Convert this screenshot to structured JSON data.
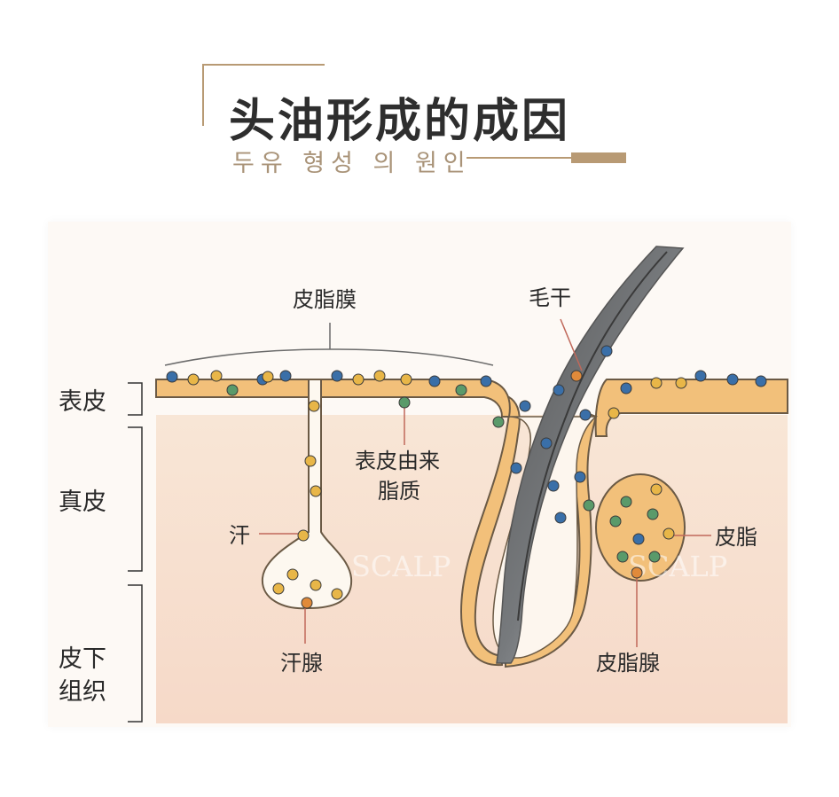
{
  "title": {
    "main": "头油形成的成因",
    "sub": "두유 형성 의 원인"
  },
  "diagram": {
    "layers": {
      "epidermis": "表皮",
      "dermis": "真皮",
      "subcutaneous_line1": "皮下",
      "subcutaneous_line2": "组织"
    },
    "labels": {
      "sebum_film": "皮脂膜",
      "hair_shaft": "毛干",
      "epidermal_lipid_line1": "表皮由来",
      "epidermal_lipid_line2": "脂质",
      "sweat": "汗",
      "sweat_gland": "汗腺",
      "sebum": "皮脂",
      "sebaceous_gland": "皮脂腺"
    },
    "watermark": {
      "left": "SCALP",
      "right": "SCALP"
    },
    "colors": {
      "skin": "#f6e3d2",
      "epidermis_layer": "#f2c07a",
      "outline": "#6b5a45",
      "hair_dark": "#4a4a4a",
      "hair_light": "#c5c9cd",
      "dot_blue": "#3a6fa8",
      "dot_green": "#5a9a6a",
      "dot_yellow": "#e8b648",
      "dot_orange": "#e08a3a",
      "title_accent": "#b89a74"
    }
  }
}
